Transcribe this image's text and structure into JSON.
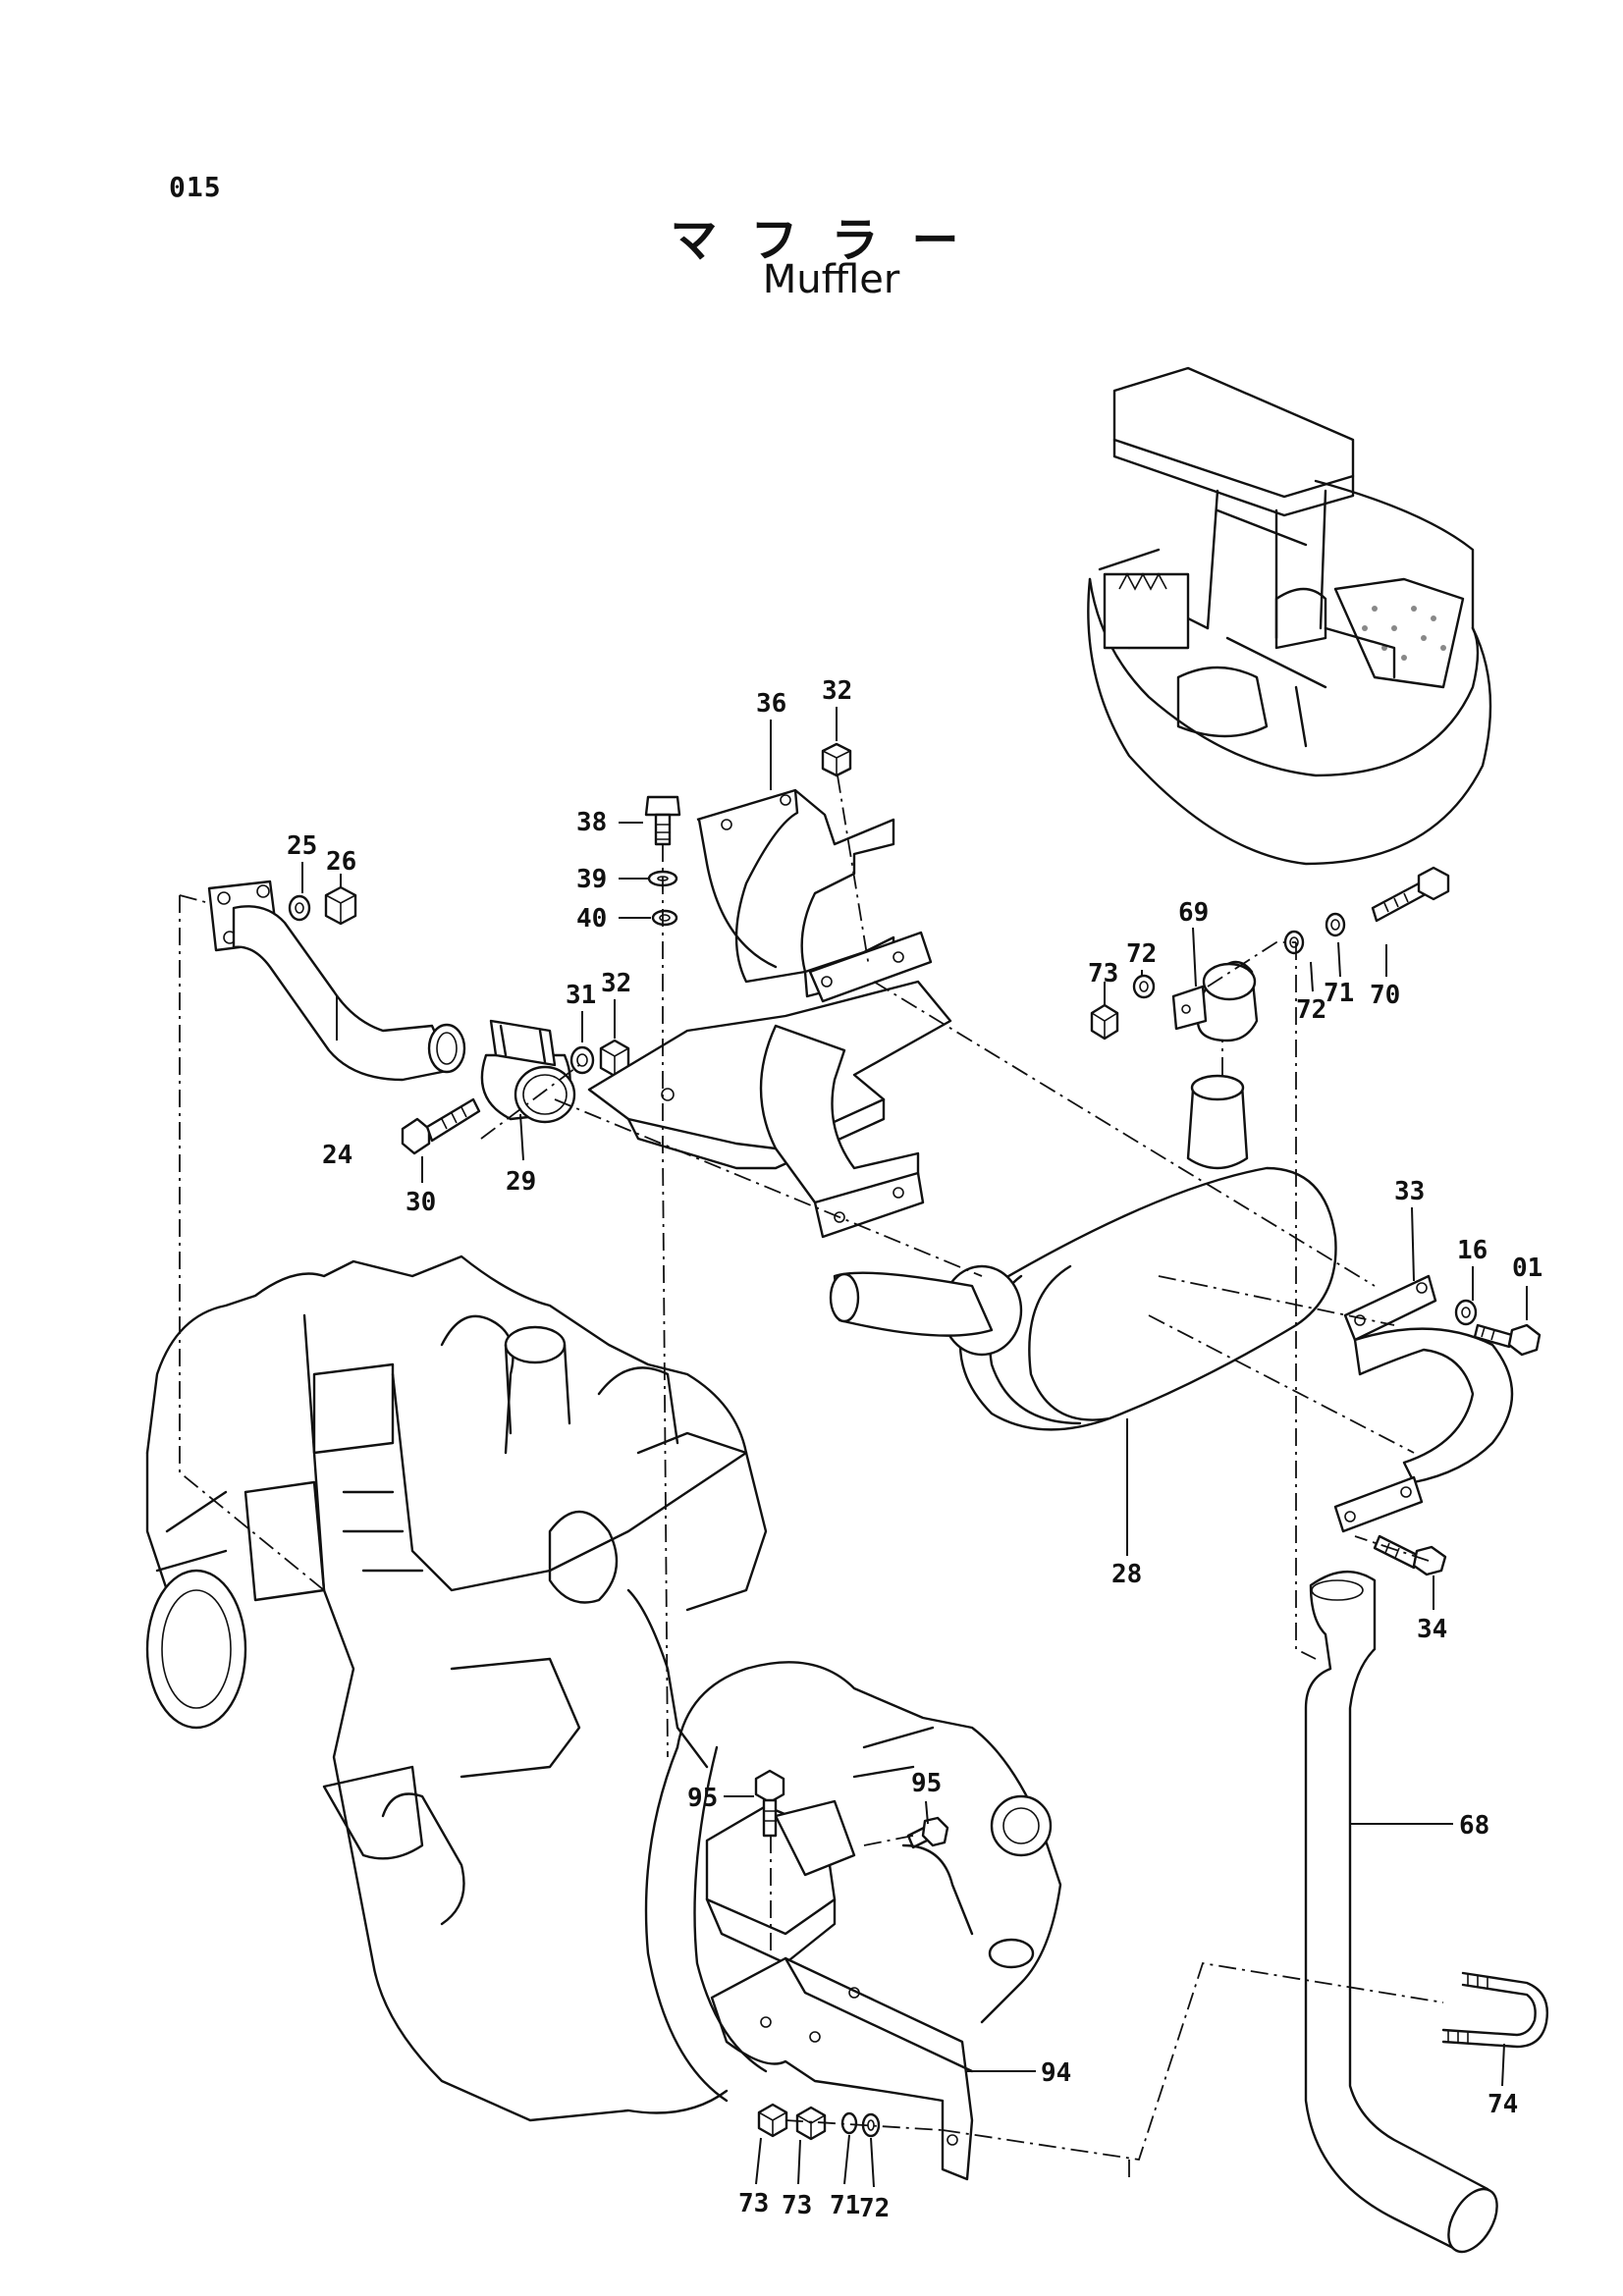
{
  "page_number": "015",
  "title_jp": "マフラー",
  "title_en": "Muffler",
  "callouts": [
    {
      "id": "c24",
      "label": "24"
    },
    {
      "id": "c25",
      "label": "25"
    },
    {
      "id": "c26",
      "label": "26"
    },
    {
      "id": "c29",
      "label": "29"
    },
    {
      "id": "c30",
      "label": "30"
    },
    {
      "id": "c31",
      "label": "31"
    },
    {
      "id": "c32a",
      "label": "32"
    },
    {
      "id": "c32b",
      "label": "32"
    },
    {
      "id": "c36",
      "label": "36"
    },
    {
      "id": "c38",
      "label": "38"
    },
    {
      "id": "c39",
      "label": "39"
    },
    {
      "id": "c40",
      "label": "40"
    },
    {
      "id": "c69",
      "label": "69"
    },
    {
      "id": "c70",
      "label": "70"
    },
    {
      "id": "c71a",
      "label": "71"
    },
    {
      "id": "c72a",
      "label": "72"
    },
    {
      "id": "c72b",
      "label": "72"
    },
    {
      "id": "c73a",
      "label": "73"
    },
    {
      "id": "c33",
      "label": "33"
    },
    {
      "id": "c16",
      "label": "16"
    },
    {
      "id": "c01",
      "label": "01"
    },
    {
      "id": "c28",
      "label": "28"
    },
    {
      "id": "c34",
      "label": "34"
    },
    {
      "id": "c68",
      "label": "68"
    },
    {
      "id": "c95a",
      "label": "95"
    },
    {
      "id": "c95b",
      "label": "95"
    },
    {
      "id": "c94",
      "label": "94"
    },
    {
      "id": "c74",
      "label": "74"
    },
    {
      "id": "c73b",
      "label": "73"
    },
    {
      "id": "c73c",
      "label": "73"
    },
    {
      "id": "c71b",
      "label": "71"
    },
    {
      "id": "c72c",
      "label": "72"
    }
  ]
}
